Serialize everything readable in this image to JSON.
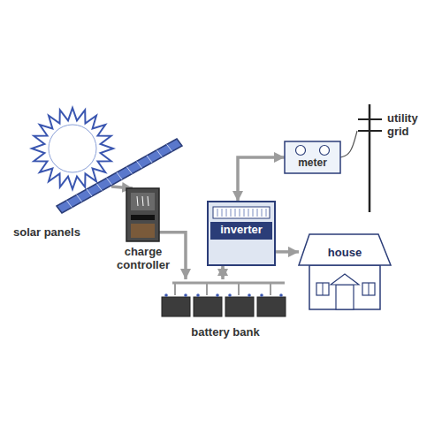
{
  "diagram": {
    "nodes": [
      {
        "text": [
          "solar panels"
        ]
      },
      {
        "text": [
          "charge controller"
        ]
      },
      {
        "text": [
          "inverter"
        ]
      },
      {
        "text": [
          "meter"
        ]
      },
      {
        "text": [
          "utility grid"
        ]
      },
      {
        "text": [
          "house"
        ]
      },
      {
        "text": [
          "battery bank"
        ]
      }
    ],
    "edges": [
      {
        "from": 0,
        "to": 1,
        "arrow": "to"
      },
      {
        "from": 1,
        "to": 6,
        "arrow": "to"
      },
      {
        "from": 2,
        "to": 6,
        "arrow": "both"
      },
      {
        "from": 2,
        "to": 3,
        "arrow": "both"
      },
      {
        "from": 3,
        "to": 4,
        "arrow": "none"
      },
      {
        "from": 2,
        "to": 5,
        "arrow": "to"
      }
    ]
  }
}
